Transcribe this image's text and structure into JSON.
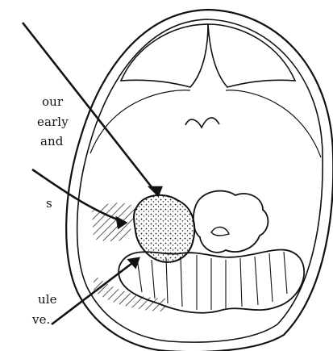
{
  "labels": {
    "left_fragments": [
      "our",
      "early",
      "and",
      "s",
      "ule",
      "ve."
    ]
  },
  "colors": {
    "ink": "#111111",
    "paper": "#ffffff"
  }
}
